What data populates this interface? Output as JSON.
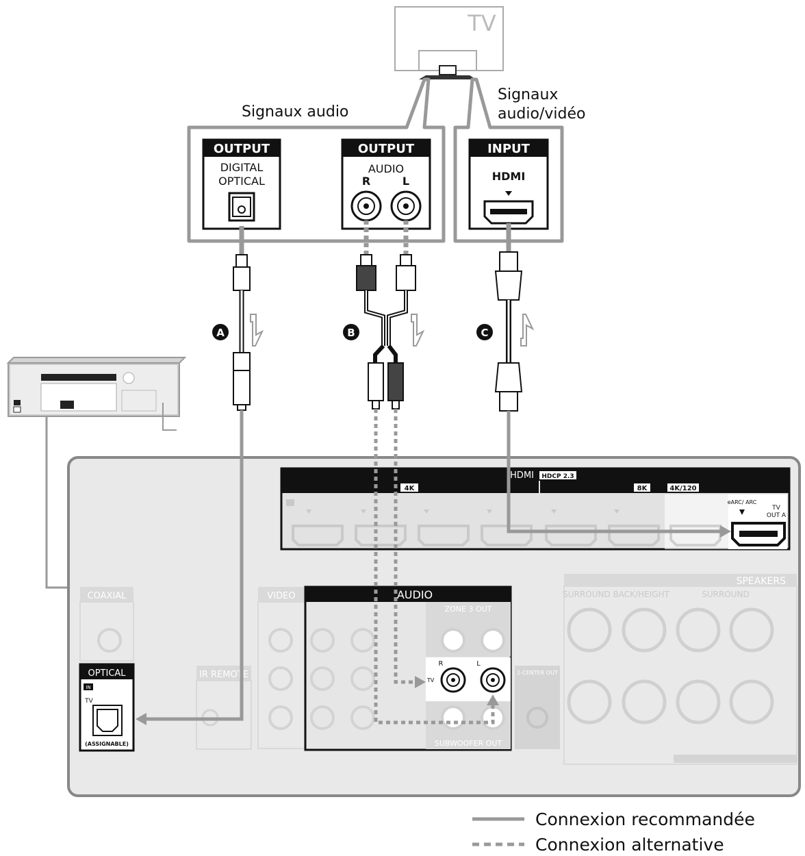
{
  "tv": {
    "label": "TV"
  },
  "groups": {
    "audio_signals": "Signaux audio",
    "av_signals_line1": "Signaux",
    "av_signals_line2": "audio/vidéo"
  },
  "tv_ports": {
    "optical": {
      "header": "OUTPUT",
      "line1": "DIGITAL",
      "line2": "OPTICAL"
    },
    "audio": {
      "header": "OUTPUT",
      "title": "AUDIO",
      "r": "R",
      "l": "L"
    },
    "hdmi": {
      "header": "INPUT",
      "title": "HDMI"
    }
  },
  "cables": {
    "a": "A",
    "b": "B",
    "c": "C"
  },
  "receiver": {
    "hdmi_header": "HDMI",
    "hdcp": "HDCP 2.3",
    "tag_4k": "4K",
    "tag_8k": "8K",
    "tag_4k120": "4K/120",
    "out_tv": "TV",
    "out_a": "OUT A",
    "earc": "eARC/ ARC",
    "coaxial": "COAXIAL",
    "video": "VIDEO",
    "audio": "AUDIO",
    "ir_remote": "IR REMOTE",
    "zone_out": "ZONE 3 OUT",
    "subwoofer_out": "SUBWOOFER OUT",
    "speakers": "SPEAKERS",
    "surround_back": "SURROUND BACK/HEIGHT",
    "surround": "SURROUND",
    "center_out": "2-CENTER OUT",
    "r": "R",
    "l": "L",
    "tv_small": "TV",
    "optical": "OPTICAL",
    "in_tag": "IN",
    "optical_tv": "TV",
    "assignable": "(ASSIGNABLE)"
  },
  "legend": {
    "recommended": "Connexion recommandée",
    "alternative": "Connexion alternative"
  }
}
